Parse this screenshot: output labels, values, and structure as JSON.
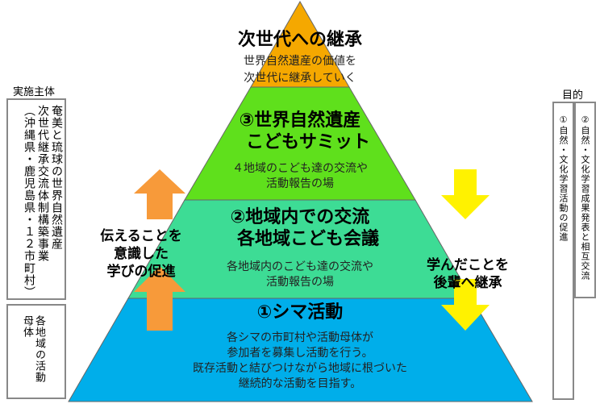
{
  "colors": {
    "top": "#f5a800",
    "level3": "#5fe01c",
    "level2": "#3ddc95",
    "level1": "#00aeea",
    "up_arrow": "#f79a3a",
    "down_arrow": "#fff200"
  },
  "top": {
    "title": "次世代への継承",
    "desc": [
      "世界自然遺産の価値を",
      "次世代に継承していく"
    ]
  },
  "level3": {
    "title": [
      "③世界自然遺産",
      "こどもサミット"
    ],
    "desc": [
      "４地域のこども達の交流や",
      "活動報告の場"
    ]
  },
  "level2": {
    "title": [
      "②地域内での交流",
      "各地域こども会議"
    ],
    "desc": [
      "各地域内のこども達の交流や",
      "活動報告の場"
    ]
  },
  "level1": {
    "title": "①シマ活動",
    "desc": [
      "各シマの市町村や活動母体が",
      "参加者を募集し活動を行う。",
      "既存活動と結びつけながら地域に根づいた",
      "継続的な活動を目指す。"
    ]
  },
  "left_label": [
    "伝えることを",
    "意識した",
    "学びの促進"
  ],
  "right_label": [
    "学んだことを",
    "後輩へ継承"
  ],
  "implementer": {
    "heading": "実施主体",
    "box1": [
      "奄美と琉球の世界自然遺産",
      "次世代継承交流体制構築事業",
      "（沖縄県・鹿児島県・１２市町村）"
    ],
    "box2": "各地域の活動母体"
  },
  "purpose": {
    "heading": "目的",
    "box1": "①自然・文化学習活動の促進",
    "box2": "②自然・文化学習成果発表と相互交流"
  }
}
